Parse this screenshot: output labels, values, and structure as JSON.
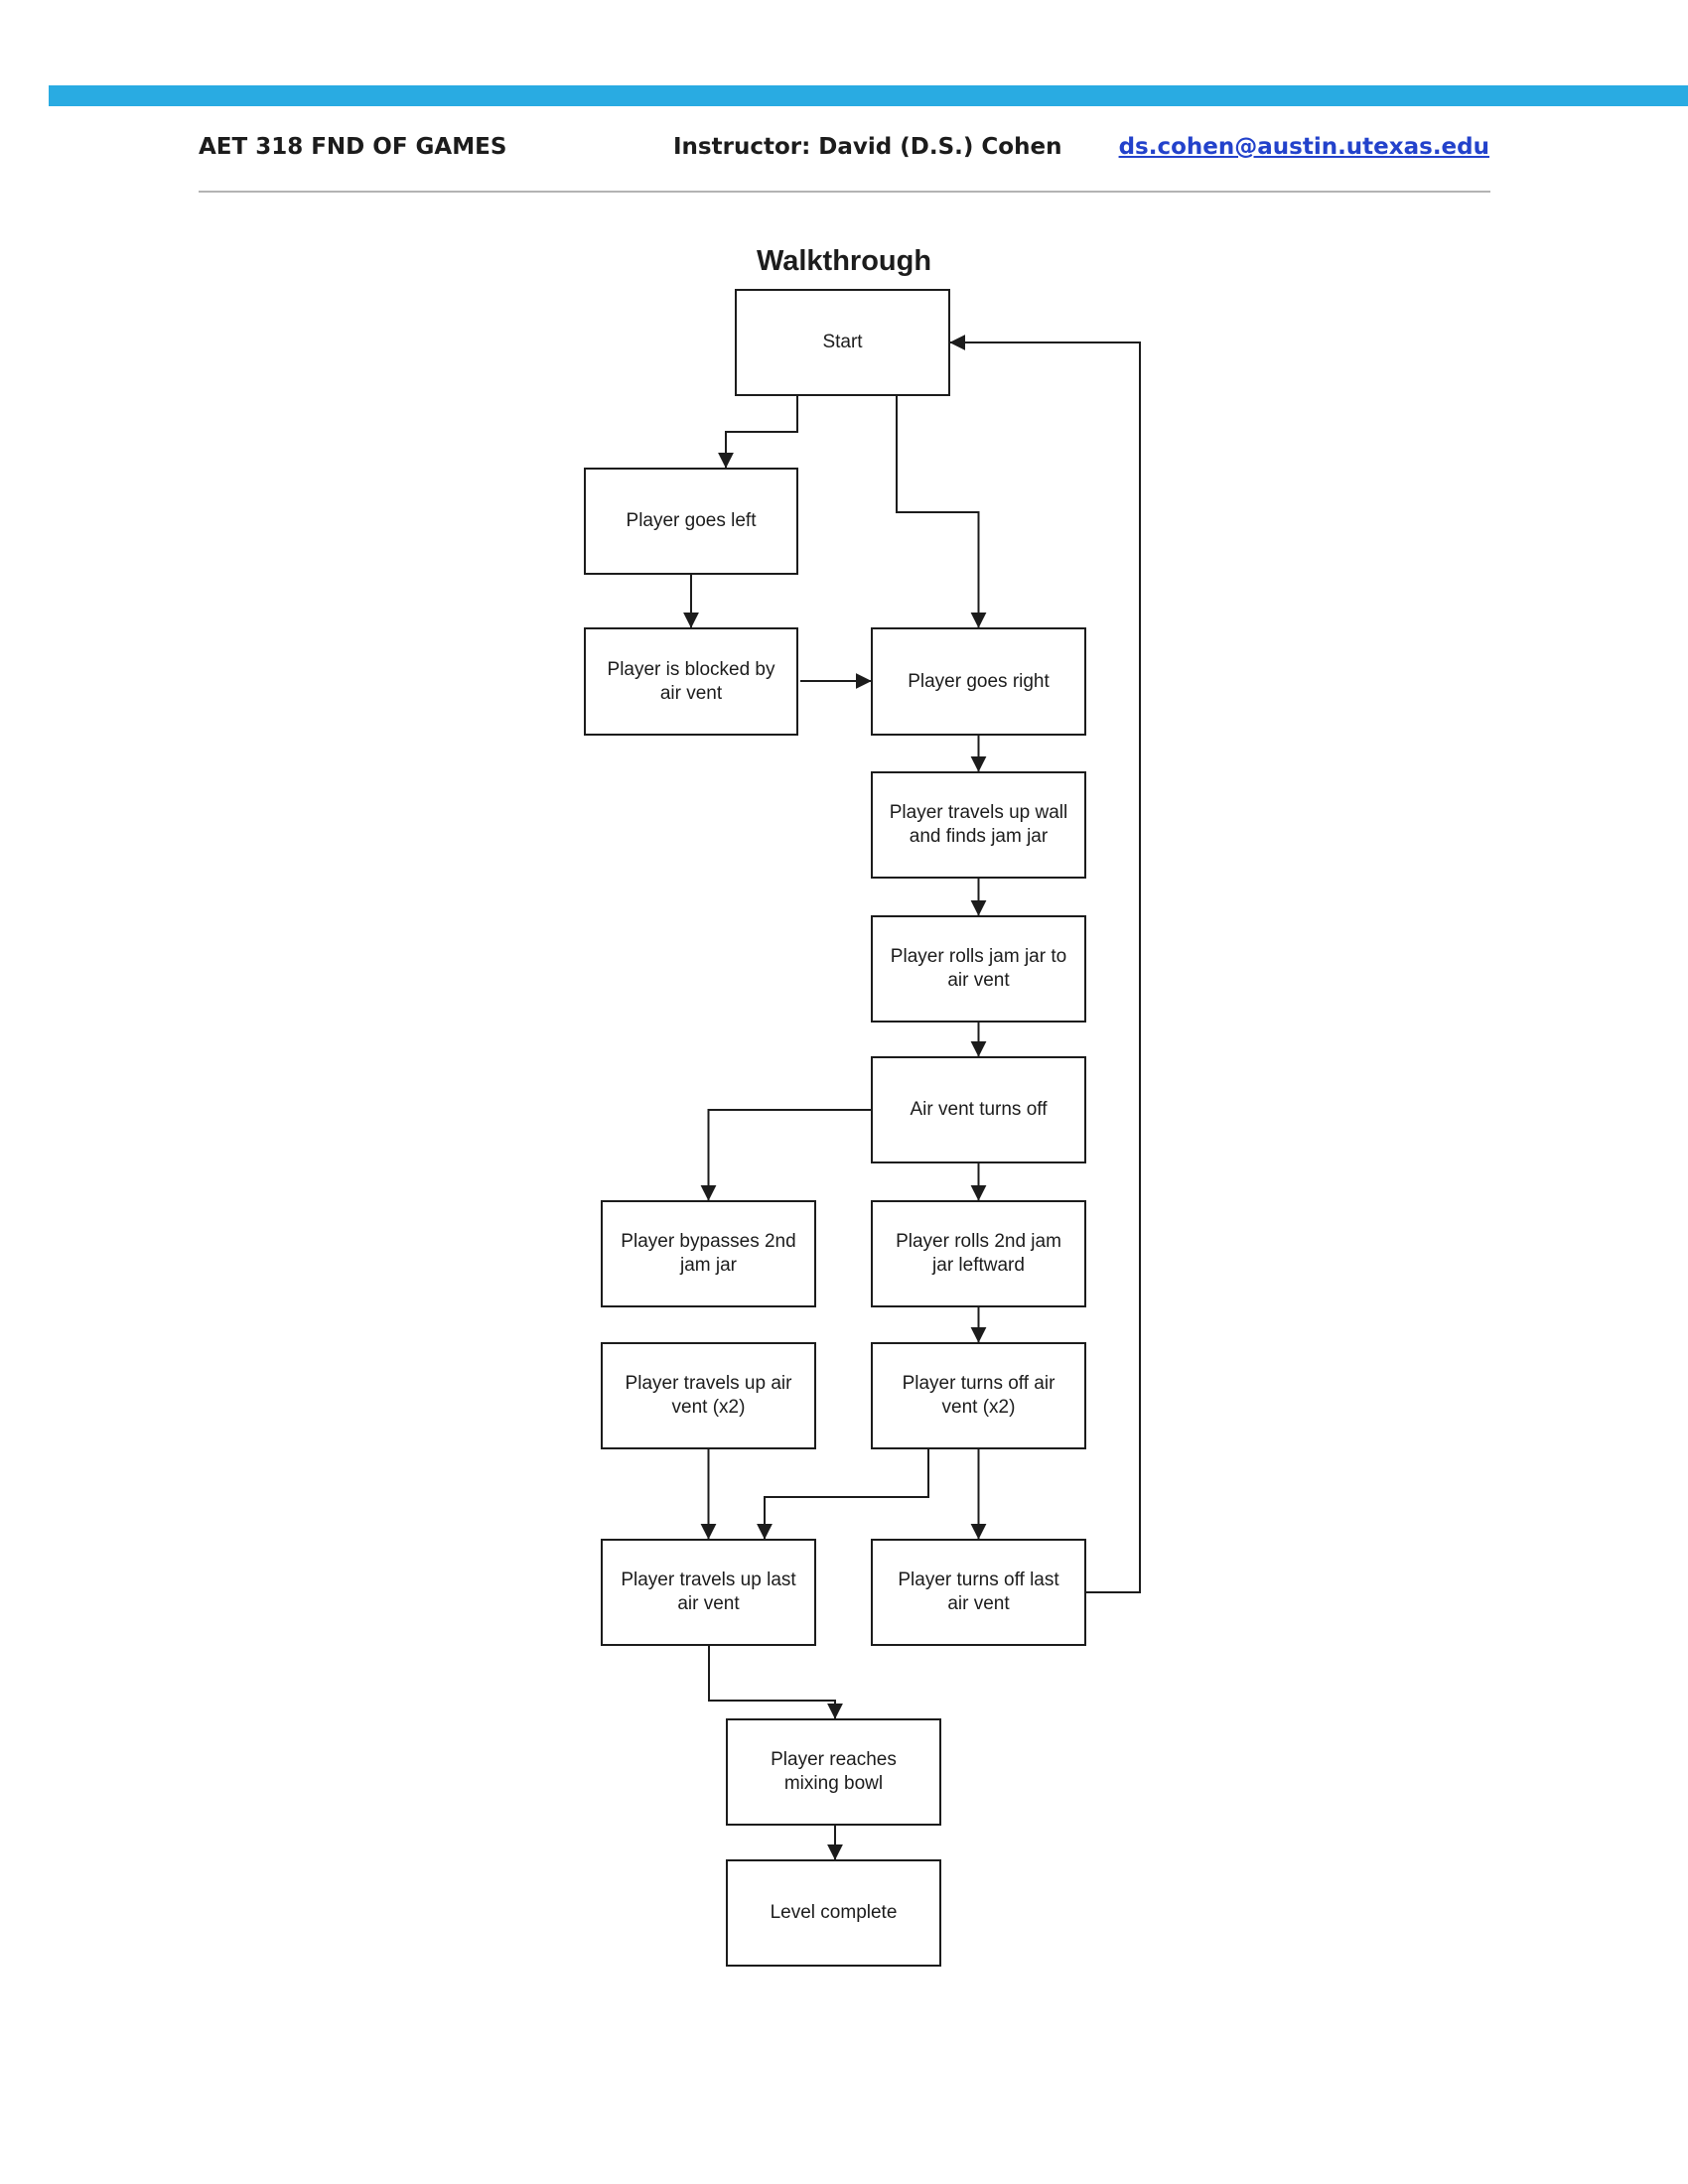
{
  "header": {
    "course": "AET 318 FND OF GAMES",
    "instructor": "Instructor: David (D.S.) Cohen",
    "email": "ds.cohen@austin.utexas.edu"
  },
  "colors": {
    "accent_bar": "#29abe2",
    "link": "#2342cb"
  },
  "diagram": {
    "title": "Walkthrough",
    "nodes": [
      {
        "id": "start",
        "label": "Start"
      },
      {
        "id": "player-goes-left",
        "label": "Player goes left"
      },
      {
        "id": "player-is-blocked-by-air-vent",
        "label": "Player is blocked by\nair vent"
      },
      {
        "id": "player-goes-right",
        "label": "Player goes right"
      },
      {
        "id": "player-travels-up-wall-and-finds-jam-jar",
        "label": "Player travels up wall\nand finds jam jar"
      },
      {
        "id": "player-rolls-jam-jar-to-air-vent",
        "label": "Player rolls jam jar to\nair vent"
      },
      {
        "id": "air-vent-turns-off",
        "label": "Air vent turns off"
      },
      {
        "id": "player-bypasses-2nd-jam-jar",
        "label": "Player bypasses 2nd\njam jar"
      },
      {
        "id": "player-rolls-2nd-jam-jar-leftward",
        "label": "Player rolls 2nd jam\njar leftward"
      },
      {
        "id": "player-travels-up-air-vent-x2",
        "label": "Player travels up air\nvent (x2)"
      },
      {
        "id": "player-turns-off-air-vent-x2",
        "label": "Player turns off air\nvent (x2)"
      },
      {
        "id": "player-travels-up-last-air-vent",
        "label": "Player travels up last\nair vent"
      },
      {
        "id": "player-turns-off-last-air-vent",
        "label": "Player turns off last\nair vent"
      },
      {
        "id": "player-reaches-mixing-bowl",
        "label": "Player reaches\nmixing bowl"
      },
      {
        "id": "level-complete",
        "label": "Level complete"
      }
    ],
    "edges": [
      {
        "from": "start",
        "to": "player-goes-left"
      },
      {
        "from": "start",
        "to": "player-goes-right"
      },
      {
        "from": "player-goes-left",
        "to": "player-is-blocked-by-air-vent"
      },
      {
        "from": "player-is-blocked-by-air-vent",
        "to": "player-goes-right"
      },
      {
        "from": "player-goes-right",
        "to": "player-travels-up-wall-and-finds-jam-jar"
      },
      {
        "from": "player-travels-up-wall-and-finds-jam-jar",
        "to": "player-rolls-jam-jar-to-air-vent"
      },
      {
        "from": "player-rolls-jam-jar-to-air-vent",
        "to": "air-vent-turns-off"
      },
      {
        "from": "air-vent-turns-off",
        "to": "player-bypasses-2nd-jam-jar"
      },
      {
        "from": "air-vent-turns-off",
        "to": "player-rolls-2nd-jam-jar-leftward"
      },
      {
        "from": "player-rolls-2nd-jam-jar-leftward",
        "to": "player-turns-off-air-vent-x2"
      },
      {
        "from": "player-travels-up-air-vent-x2",
        "to": "player-travels-up-last-air-vent"
      },
      {
        "from": "player-turns-off-air-vent-x2",
        "to": "player-travels-up-last-air-vent"
      },
      {
        "from": "player-turns-off-air-vent-x2",
        "to": "player-turns-off-last-air-vent"
      },
      {
        "from": "player-travels-up-last-air-vent",
        "to": "player-reaches-mixing-bowl"
      },
      {
        "from": "player-turns-off-last-air-vent",
        "to": "start"
      },
      {
        "from": "player-reaches-mixing-bowl",
        "to": "level-complete"
      }
    ]
  }
}
